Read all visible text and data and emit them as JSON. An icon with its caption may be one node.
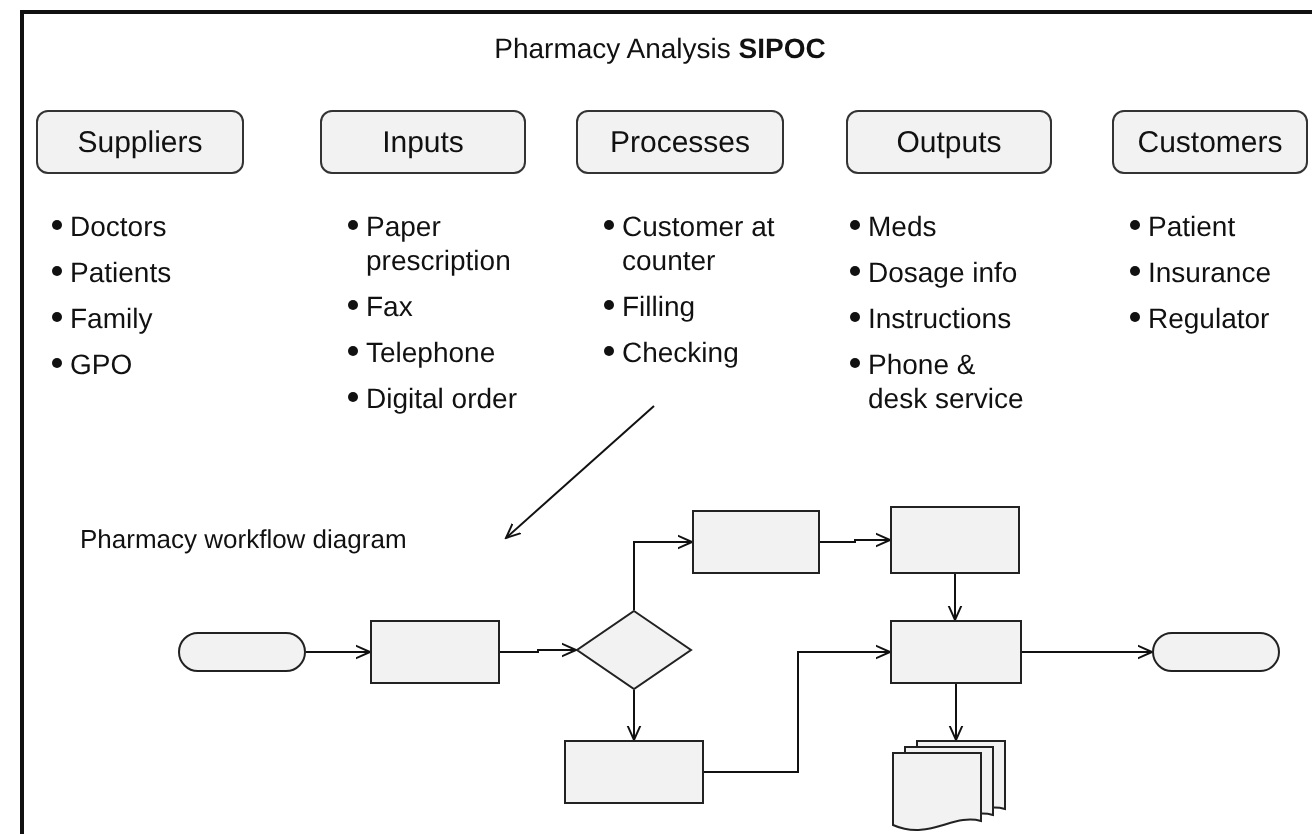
{
  "diagram": {
    "title": "Pharmacy Analysis **SIPOC**",
    "nodes": [
      {
        "text": [
          "Suppliers"
        ]
      },
      {
        "text": [
          "Inputs"
        ]
      },
      {
        "text": [
          "Processes"
        ]
      },
      {
        "text": [
          "Outputs"
        ]
      },
      {
        "text": [
          "Customers"
        ]
      },
      {
        "text": [
          "Pharmacy workflow diagram"
        ]
      },
      {
        "text": [],
        "shape": "terminal"
      },
      {
        "text": [],
        "shape": "box"
      },
      {
        "text": [],
        "shape": "diamond"
      },
      {
        "text": [],
        "shape": "box"
      },
      {
        "text": [],
        "shape": "box"
      },
      {
        "text": [],
        "shape": "box"
      },
      {
        "text": [],
        "shape": "terminal"
      },
      {
        "text": [],
        "shape": "box"
      },
      {
        "text": [],
        "shape": "documents"
      }
    ],
    "edges": [
      {
        "from": null,
        "to": 5,
        "arrow": "to"
      },
      {
        "from": 6,
        "to": 7,
        "arrow": "to"
      },
      {
        "from": 7,
        "to": 8,
        "arrow": "to"
      },
      {
        "from": 8,
        "to": 9,
        "arrow": "to"
      },
      {
        "from": 9,
        "to": 10,
        "arrow": "to"
      },
      {
        "from": 10,
        "to": 11,
        "arrow": "to"
      },
      {
        "from": 8,
        "to": 13,
        "arrow": "to"
      },
      {
        "from": 13,
        "to": 11,
        "arrow": "to"
      },
      {
        "from": 11,
        "to": 12,
        "arrow": "to"
      },
      {
        "from": 11,
        "to": 14,
        "arrow": "to"
      }
    ],
    "labels": [
      "Doctors",
      "Patients",
      "Family",
      "GPO",
      "Paper prescription",
      "Fax",
      "Telephone",
      "Digital order",
      "Customer at counter",
      "Filling",
      "Checking",
      "Meds",
      "Dosage info",
      "Instructions",
      "Phone & desk service",
      "Patient",
      "Insurance",
      "Regulator"
    ]
  }
}
